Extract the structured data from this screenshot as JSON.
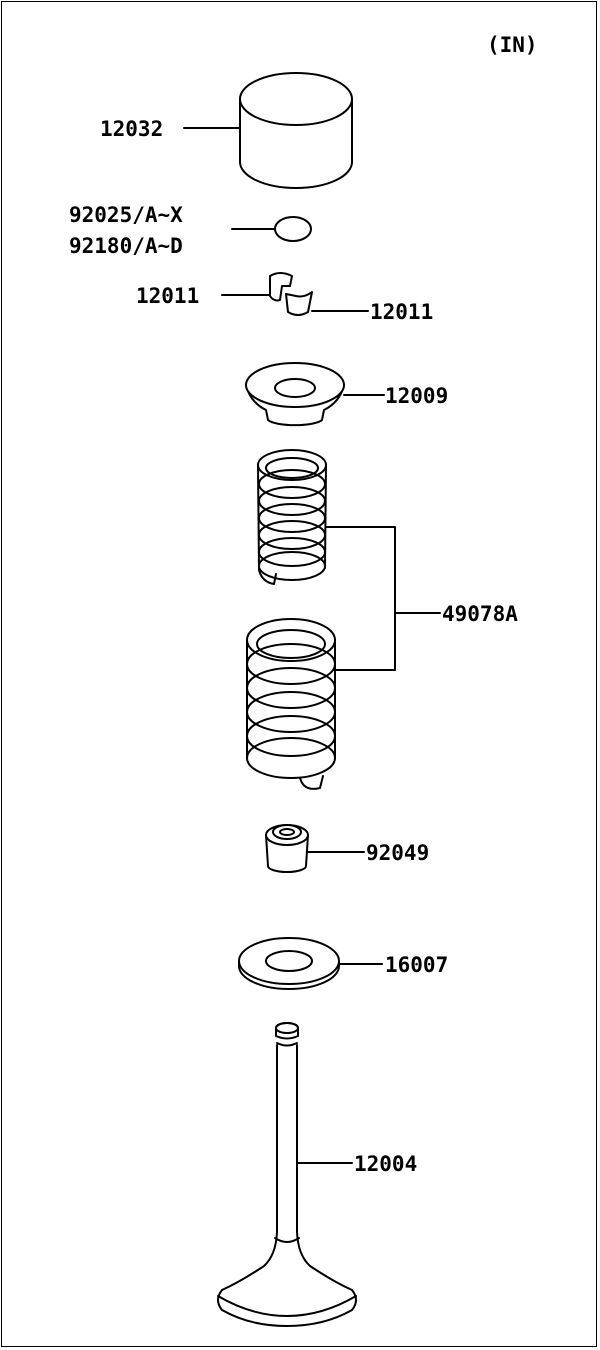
{
  "view_label": "(IN)",
  "parts": {
    "tappet": "12032",
    "shim_a": "92025/A~X",
    "shim_b": "92180/A~D",
    "keeper_left": "12011",
    "keeper_right": "12011",
    "spring_retainer": "12009",
    "valve_spring": "49078A",
    "stem_seal": "92049",
    "spring_seat": "16007",
    "valve": "12004"
  }
}
